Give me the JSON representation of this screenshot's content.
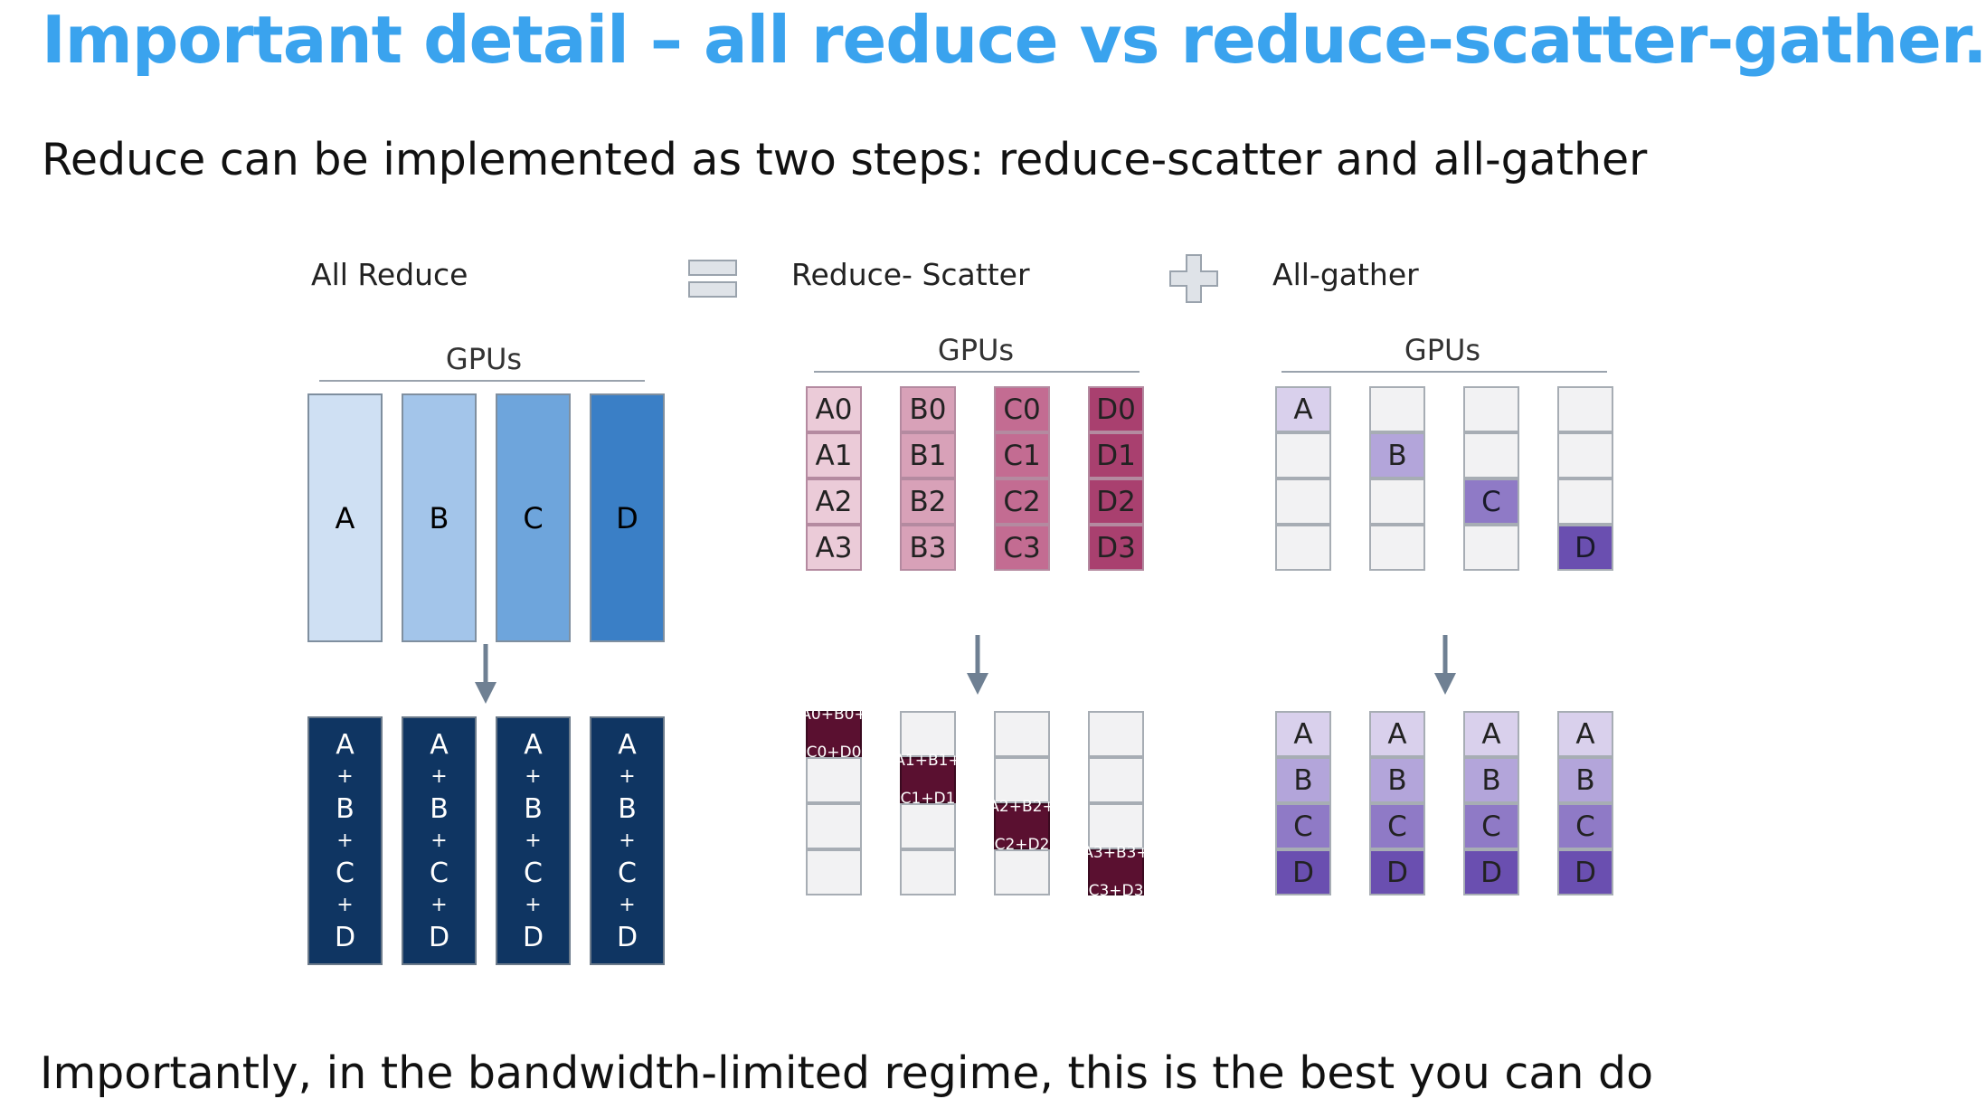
{
  "title": "Important detail – all reduce vs reduce-scatter-gather.",
  "subtitle": "Reduce can be implemented as two steps: reduce-scatter and all-gather",
  "footer": "Importantly, in the bandwidth-limited regime, this is the best you can do",
  "panels": {
    "all_reduce": {
      "label": "All Reduce",
      "gpus_label": "GPUs",
      "inputs": [
        "A",
        "B",
        "C",
        "D"
      ],
      "input_colors": [
        "#cfe0f3",
        "#a3c5ea",
        "#6ea5dc",
        "#3a7fc6"
      ],
      "result_terms": [
        "A",
        "+",
        "B",
        "+",
        "C",
        "+",
        "D"
      ]
    },
    "equals_icon": "equals-icon",
    "reduce_scatter": {
      "label": "Reduce- Scatter",
      "gpus_label": "GPUs",
      "grid": [
        [
          "A0",
          "B0",
          "C0",
          "D0"
        ],
        [
          "A1",
          "B1",
          "C1",
          "D1"
        ],
        [
          "A2",
          "B2",
          "C2",
          "D2"
        ],
        [
          "A3",
          "B3",
          "C3",
          "D3"
        ]
      ],
      "column_colors": [
        "#ebcbd8",
        "#d8a1b8",
        "#c36c92",
        "#a9406f"
      ],
      "results": [
        [
          "A0+B0+",
          "C0+D0"
        ],
        [
          "A1+B1+",
          "C1+D1"
        ],
        [
          "A2+B2+",
          "C2+D2"
        ],
        [
          "A3+B3+",
          "C3+D3"
        ]
      ],
      "result_color": "#5a1030"
    },
    "plus_icon": "plus-icon",
    "all_gather": {
      "label": "All-gather",
      "gpus_label": "GPUs",
      "inputs": [
        "A",
        "B",
        "C",
        "D"
      ],
      "rows": [
        "A",
        "B",
        "C",
        "D"
      ],
      "row_colors": [
        "#d9d0ec",
        "#b3a5da",
        "#8f7ac6",
        "#6a4fb0"
      ]
    }
  }
}
